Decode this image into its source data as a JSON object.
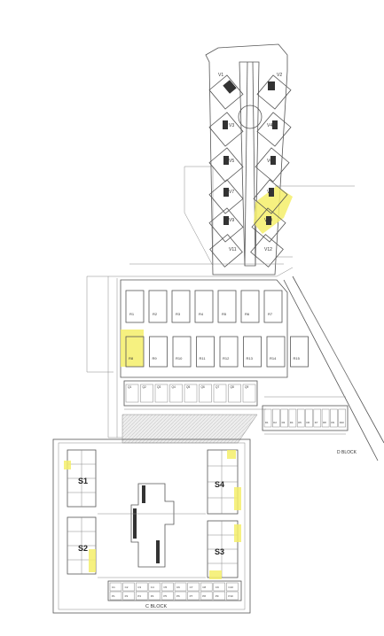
{
  "villas": {
    "left": [
      "V1",
      "V3",
      "V5",
      "V7",
      "V9",
      "V11"
    ],
    "right": [
      "V2",
      "V4",
      "V6",
      "V8",
      "V10",
      "V12"
    ],
    "highlighted": "V10"
  },
  "row_houses_top": [
    "R1",
    "R2",
    "R3",
    "R4",
    "R5",
    "R6",
    "R7"
  ],
  "row_houses_bottom": [
    "R8",
    "R9",
    "R10",
    "R11",
    "R12",
    "R13",
    "R14",
    "R15"
  ],
  "highlighted_row_house": "R8",
  "q_units": [
    "Q1",
    "Q2",
    "Q3",
    "Q4",
    "Q5",
    "Q6",
    "Q7",
    "Q8",
    "Q9"
  ],
  "d_block": {
    "label": "D BLOCK",
    "units": [
      "D1",
      "D2",
      "D3",
      "D4",
      "D5",
      "D6",
      "D7",
      "D8",
      "D9",
      "D10"
    ]
  },
  "c_block": {
    "label": "C BLOCK",
    "units": [
      "C1",
      "C2",
      "C3",
      "C4",
      "C5",
      "C6",
      "C7",
      "C8",
      "C9",
      "C10",
      "P1",
      "P2",
      "P3",
      "P4",
      "P5",
      "P6",
      "P7",
      "P8",
      "P9",
      "P10"
    ]
  },
  "s_blocks": [
    "S1",
    "S2",
    "S3",
    "S4"
  ],
  "colors": {
    "highlight": "#f5ee6a",
    "line": "#555555",
    "dark": "#333333"
  }
}
